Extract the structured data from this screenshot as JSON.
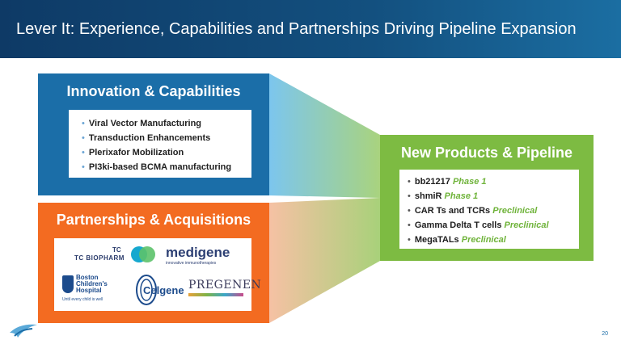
{
  "header": {
    "title": "Lever It: Experience, Capabilities and Partnerships Driving Pipeline Expansion"
  },
  "innovation_panel": {
    "title": "Innovation & Capabilities",
    "items": [
      "Viral Vector Manufacturing",
      "Transduction Enhancements",
      "Plerixafor Mobilization",
      "PI3ki-based BCMA manufacturing"
    ]
  },
  "partnerships_panel": {
    "title": "Partnerships & Acquisitions",
    "logos": {
      "tc_biopharm": "TC BIOPHARM",
      "medigene": "medigene",
      "medigene_tagline": "innovative immunotherapies",
      "boston": "Boston Children's Hospital",
      "boston_tagline": "Until every child is well",
      "celgene": "Celgene",
      "pregenen": "PREGENEN"
    }
  },
  "pipeline_panel": {
    "title": "New Products & Pipeline",
    "items": [
      {
        "name": "bb21217",
        "status": "Phase 1"
      },
      {
        "name": "shmiR",
        "status": "Phase 1"
      },
      {
        "name": "CAR Ts and TCRs",
        "status": "Preclinical"
      },
      {
        "name": "Gamma Delta T cells",
        "status": "Preclinical"
      },
      {
        "name": "MegaTALs",
        "status": "Preclinical"
      }
    ]
  },
  "footer": {
    "page_number": "20"
  },
  "colors": {
    "header": "#13507f",
    "innovation": "#1b6ea8",
    "partnerships": "#f36b21",
    "pipeline": "#7dbb42",
    "status_text": "#6fb33a"
  }
}
